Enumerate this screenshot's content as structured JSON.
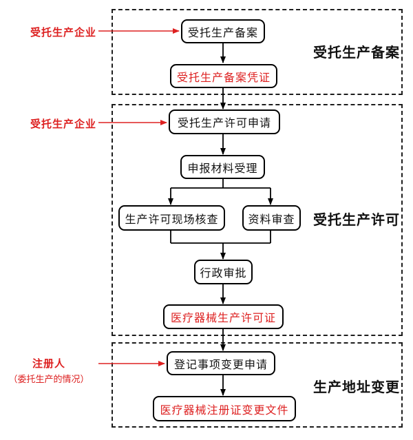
{
  "colors": {
    "accent_red": "#dd2020",
    "line_black": "#000000",
    "border_dashed": "#1c1c1c"
  },
  "sections": [
    {
      "label": "受托生产备案",
      "annotation": "受托生产企业",
      "boxes": [
        {
          "text": "受托生产备案"
        },
        {
          "text": "受托生产备案凭证"
        }
      ]
    },
    {
      "label": "受托生产许可",
      "annotation": "受托生产企业",
      "boxes": [
        {
          "text": "受托生产许可申请"
        },
        {
          "text": "申报材料受理"
        },
        {
          "text": "生产许可现场核查"
        },
        {
          "text": "资料审查"
        },
        {
          "text": "行政审批"
        },
        {
          "text": "医疗器械生产许可证"
        }
      ]
    },
    {
      "label": "生产地址变更",
      "annotation": "注册人",
      "annotation_note": "（委托生产的情况）",
      "boxes": [
        {
          "text": "登记事项变更申请"
        },
        {
          "text": "医疗器械注册证变更文件"
        }
      ]
    }
  ]
}
